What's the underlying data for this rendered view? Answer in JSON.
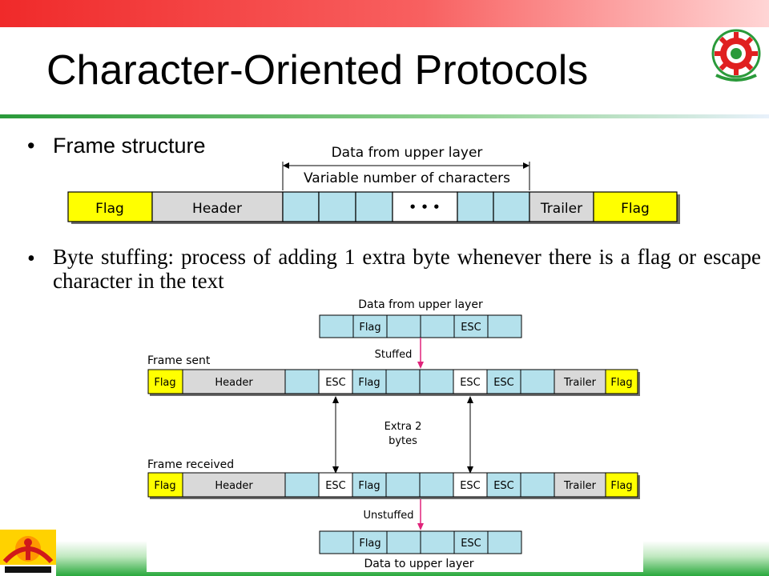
{
  "slide": {
    "title": "Character-Oriented Protocols",
    "bullets": [
      "Frame structure",
      "Byte stuffing: process of adding 1 extra byte whenever there is a flag or escape character in the text"
    ]
  },
  "frame_structure": {
    "top_label": "Data from upper layer",
    "sub_label": "Variable number of characters",
    "fields": [
      "Flag",
      "Header",
      "",
      "",
      "",
      "• • •",
      "",
      "",
      "Trailer",
      "Flag"
    ]
  },
  "byte_stuffing": {
    "data_from_upper": "Data from upper layer",
    "upper_frame": [
      "",
      "Flag",
      "",
      "",
      "ESC",
      ""
    ],
    "stuffed_label": "Stuffed",
    "frame_sent_label": "Frame sent",
    "frame_sent": [
      "Flag",
      "Header",
      "",
      "ESC",
      "Flag",
      "",
      "",
      "ESC",
      "ESC",
      "",
      "Trailer",
      "Flag"
    ],
    "extra_label": "Extra 2",
    "extra_label_2": "bytes",
    "frame_received_label": "Frame received",
    "frame_received": [
      "Flag",
      "Header",
      "",
      "ESC",
      "Flag",
      "",
      "",
      "ESC",
      "ESC",
      "",
      "Trailer",
      "Flag"
    ],
    "unstuffed_label": "Unstuffed",
    "lower_frame": [
      "",
      "Flag",
      "",
      "",
      "ESC",
      ""
    ],
    "data_to_upper": "Data to upper layer"
  },
  "colors": {
    "flag_yellow": "#ffff00",
    "header_gray": "#d9d9d9",
    "data_blue": "#b4e1ec",
    "arrow_magenta": "#e0237a"
  }
}
